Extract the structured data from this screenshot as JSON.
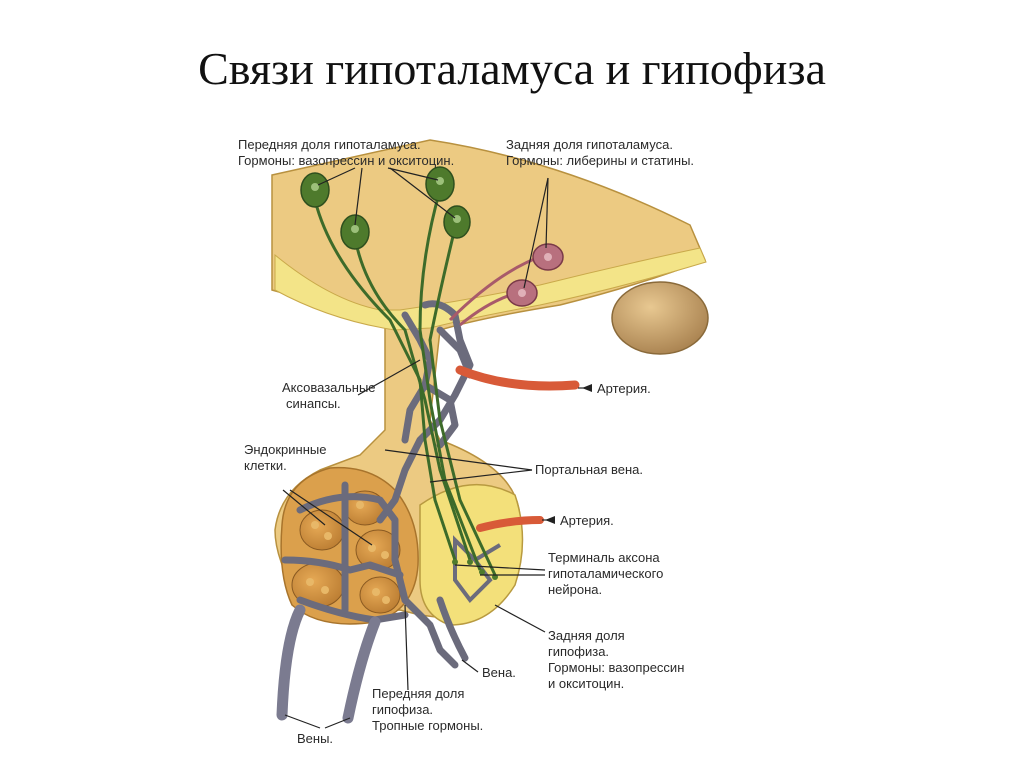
{
  "title": "Связи гипоталамуса и гипофиза",
  "labels": {
    "anterior_hypothalamus_1": "Передняя доля гипоталамуса.",
    "anterior_hypothalamus_2": "Гормоны: вазопрессин и окситоцин.",
    "posterior_hypothalamus_1": "Задняя доля гипоталамуса.",
    "posterior_hypothalamus_2": "Гормоны: либерины и статины.",
    "axovasal_1": "Аксовазальные",
    "axovasal_2": "синапсы.",
    "artery_top": "Артерия.",
    "endocrine_1": "Эндокринные",
    "endocrine_2": "клетки.",
    "portal_vein": "Портальная вена.",
    "artery_bottom": "Артерия.",
    "axon_terminal_1": "Терминаль аксона",
    "axon_terminal_2": "гипоталамического",
    "axon_terminal_3": "нейрона.",
    "posterior_pituitary_1": "Задняя доля",
    "posterior_pituitary_2": "гипофиза.",
    "posterior_pituitary_3": "Гормоны: вазопрессин",
    "posterior_pituitary_4": "и окситоцин.",
    "vein": "Вена.",
    "anterior_pituitary_1": "Передняя доля",
    "anterior_pituitary_2": "гипофиза.",
    "anterior_pituitary_3": "Тропные гормоны.",
    "veins": "Вены."
  },
  "colors": {
    "hypothalamus_tissue": "#e8c57a",
    "inner_band": "#f2e27a",
    "anterior_lobe": "#d9a04a",
    "cell_cluster": "#c98a3a",
    "vessels": "#6f6f7f",
    "neuron_green": "#3f6b2a",
    "neuron_purple": "#a05a6a",
    "artery": "#d65a3a",
    "chiasm": "#c9a06a"
  }
}
